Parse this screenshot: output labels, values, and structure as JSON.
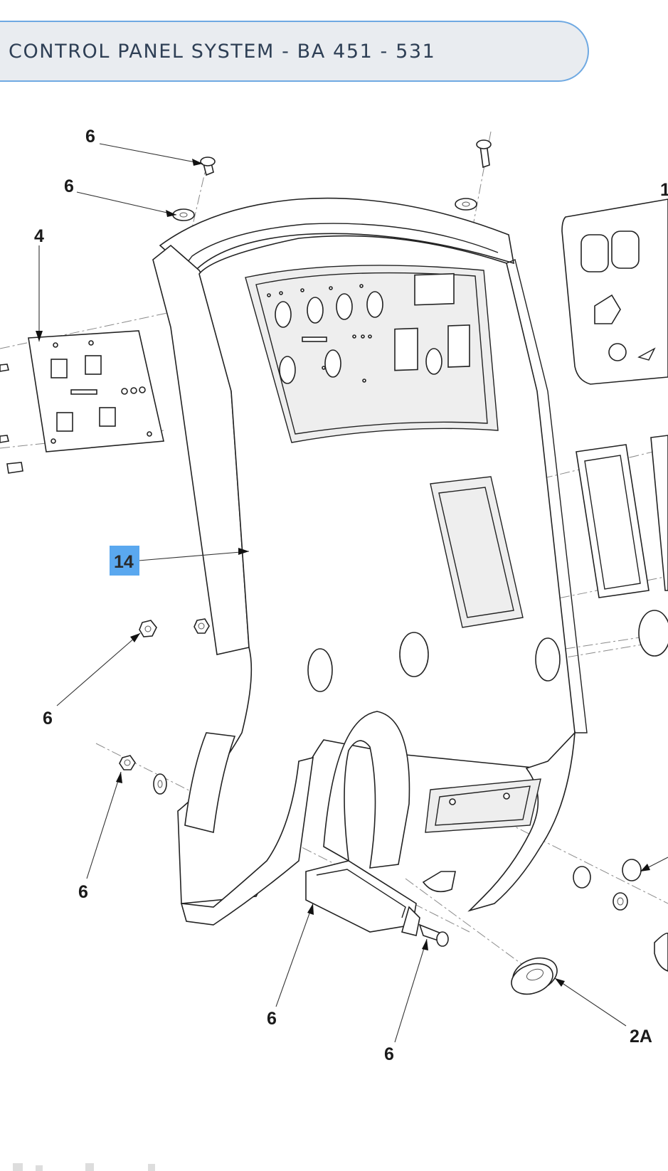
{
  "header": {
    "title": "CONTROL PANEL SYSTEM - BA 451 - 531"
  },
  "colors": {
    "header_bg": "#e9ecf0",
    "header_border": "#6fa9e2",
    "header_text": "#2e3f55",
    "highlight_bg": "#5aa8ef",
    "line_art": "#222222"
  },
  "diagram": {
    "callouts": {
      "screw_top_left": "6",
      "washer_top_left": "6",
      "pcb_board": "4",
      "top_right_partial": "1",
      "housing_highlighted": "14",
      "nut_left": "6",
      "nut_lower_left": "6",
      "clip_bottom": "6",
      "screw_bottom": "6",
      "grommet": "2A"
    }
  }
}
